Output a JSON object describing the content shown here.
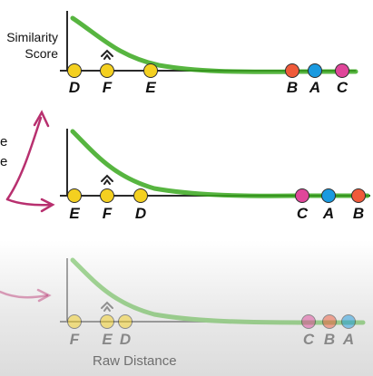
{
  "labels": {
    "y_axis": "Similarity\nScore",
    "x_axis": "Raw Distance",
    "cut_text_top": "e",
    "cut_text_bottom": "e"
  },
  "colors": {
    "yellow": "#f4d020",
    "red": "#f05a3a",
    "blue": "#1a9ae0",
    "pink": "#e0469a",
    "curve": "#3aa81e",
    "arrow": "#b8306f",
    "axis": "#2a2a2a"
  },
  "panels": [
    {
      "points": [
        {
          "label": "D",
          "color": "#f4d020"
        },
        {
          "label": "F",
          "color": "#f4d020",
          "marker": true
        },
        {
          "label": "E",
          "color": "#f4d020"
        },
        {
          "label": "B",
          "color": "#f05a3a"
        },
        {
          "label": "A",
          "color": "#1a9ae0"
        },
        {
          "label": "C",
          "color": "#e0469a"
        }
      ]
    },
    {
      "points": [
        {
          "label": "E",
          "color": "#f4d020"
        },
        {
          "label": "F",
          "color": "#f4d020",
          "marker": true
        },
        {
          "label": "D",
          "color": "#f4d020"
        },
        {
          "label": "C",
          "color": "#e0469a"
        },
        {
          "label": "A",
          "color": "#1a9ae0"
        },
        {
          "label": "B",
          "color": "#f05a3a"
        }
      ]
    },
    {
      "points": [
        {
          "label": "F",
          "color": "#f4d020"
        },
        {
          "label": "E",
          "color": "#f4d020",
          "marker": true
        },
        {
          "label": "D",
          "color": "#f4d020"
        },
        {
          "label": "C",
          "color": "#e0469a"
        },
        {
          "label": "B",
          "color": "#f05a3a"
        },
        {
          "label": "A",
          "color": "#1a9ae0"
        }
      ]
    }
  ]
}
